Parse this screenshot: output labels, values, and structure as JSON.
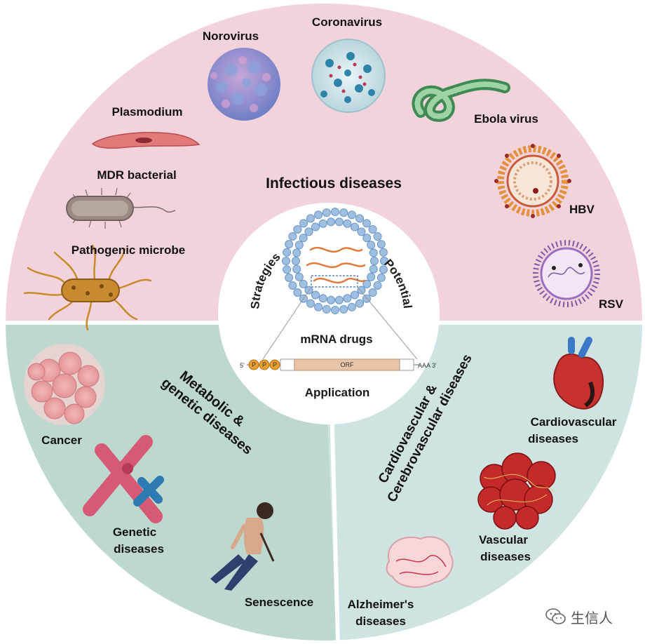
{
  "center": {
    "title": "mRNA drugs",
    "left_arc": "Strategies",
    "right_arc": "Potential",
    "bottom": "Application",
    "construct": {
      "five_prime": "5'",
      "cap": [
        "P",
        "P",
        "P"
      ],
      "orf": "ORF",
      "three_prime": "AAA 3'"
    }
  },
  "sections": {
    "infectious": {
      "title": "Infectious diseases",
      "color": "#f2d3dc",
      "items": [
        "Norovirus",
        "Coronavirus",
        "Plasmodium",
        "Ebola virus",
        "MDR bacterial",
        "HBV",
        "Pathogenic microbe",
        "RSV"
      ]
    },
    "metabolic": {
      "title_line1": "Metabolic &",
      "title_line2": "genetic diseases",
      "color": "#bcd8cf",
      "items": [
        "Cancer",
        "Genetic",
        "diseases",
        "Senescence"
      ]
    },
    "cardio": {
      "title_line1": "Cardiovascular &",
      "title_line2": "Cerebrovascular diseases",
      "color": "#cfe3e2",
      "items": [
        "Cardiovascular",
        "diseases",
        "Vascular",
        "diseases",
        "Alzheimer's",
        "diseases"
      ]
    }
  },
  "watermark": {
    "text": "生信人",
    "icon": "wechat-icon"
  }
}
